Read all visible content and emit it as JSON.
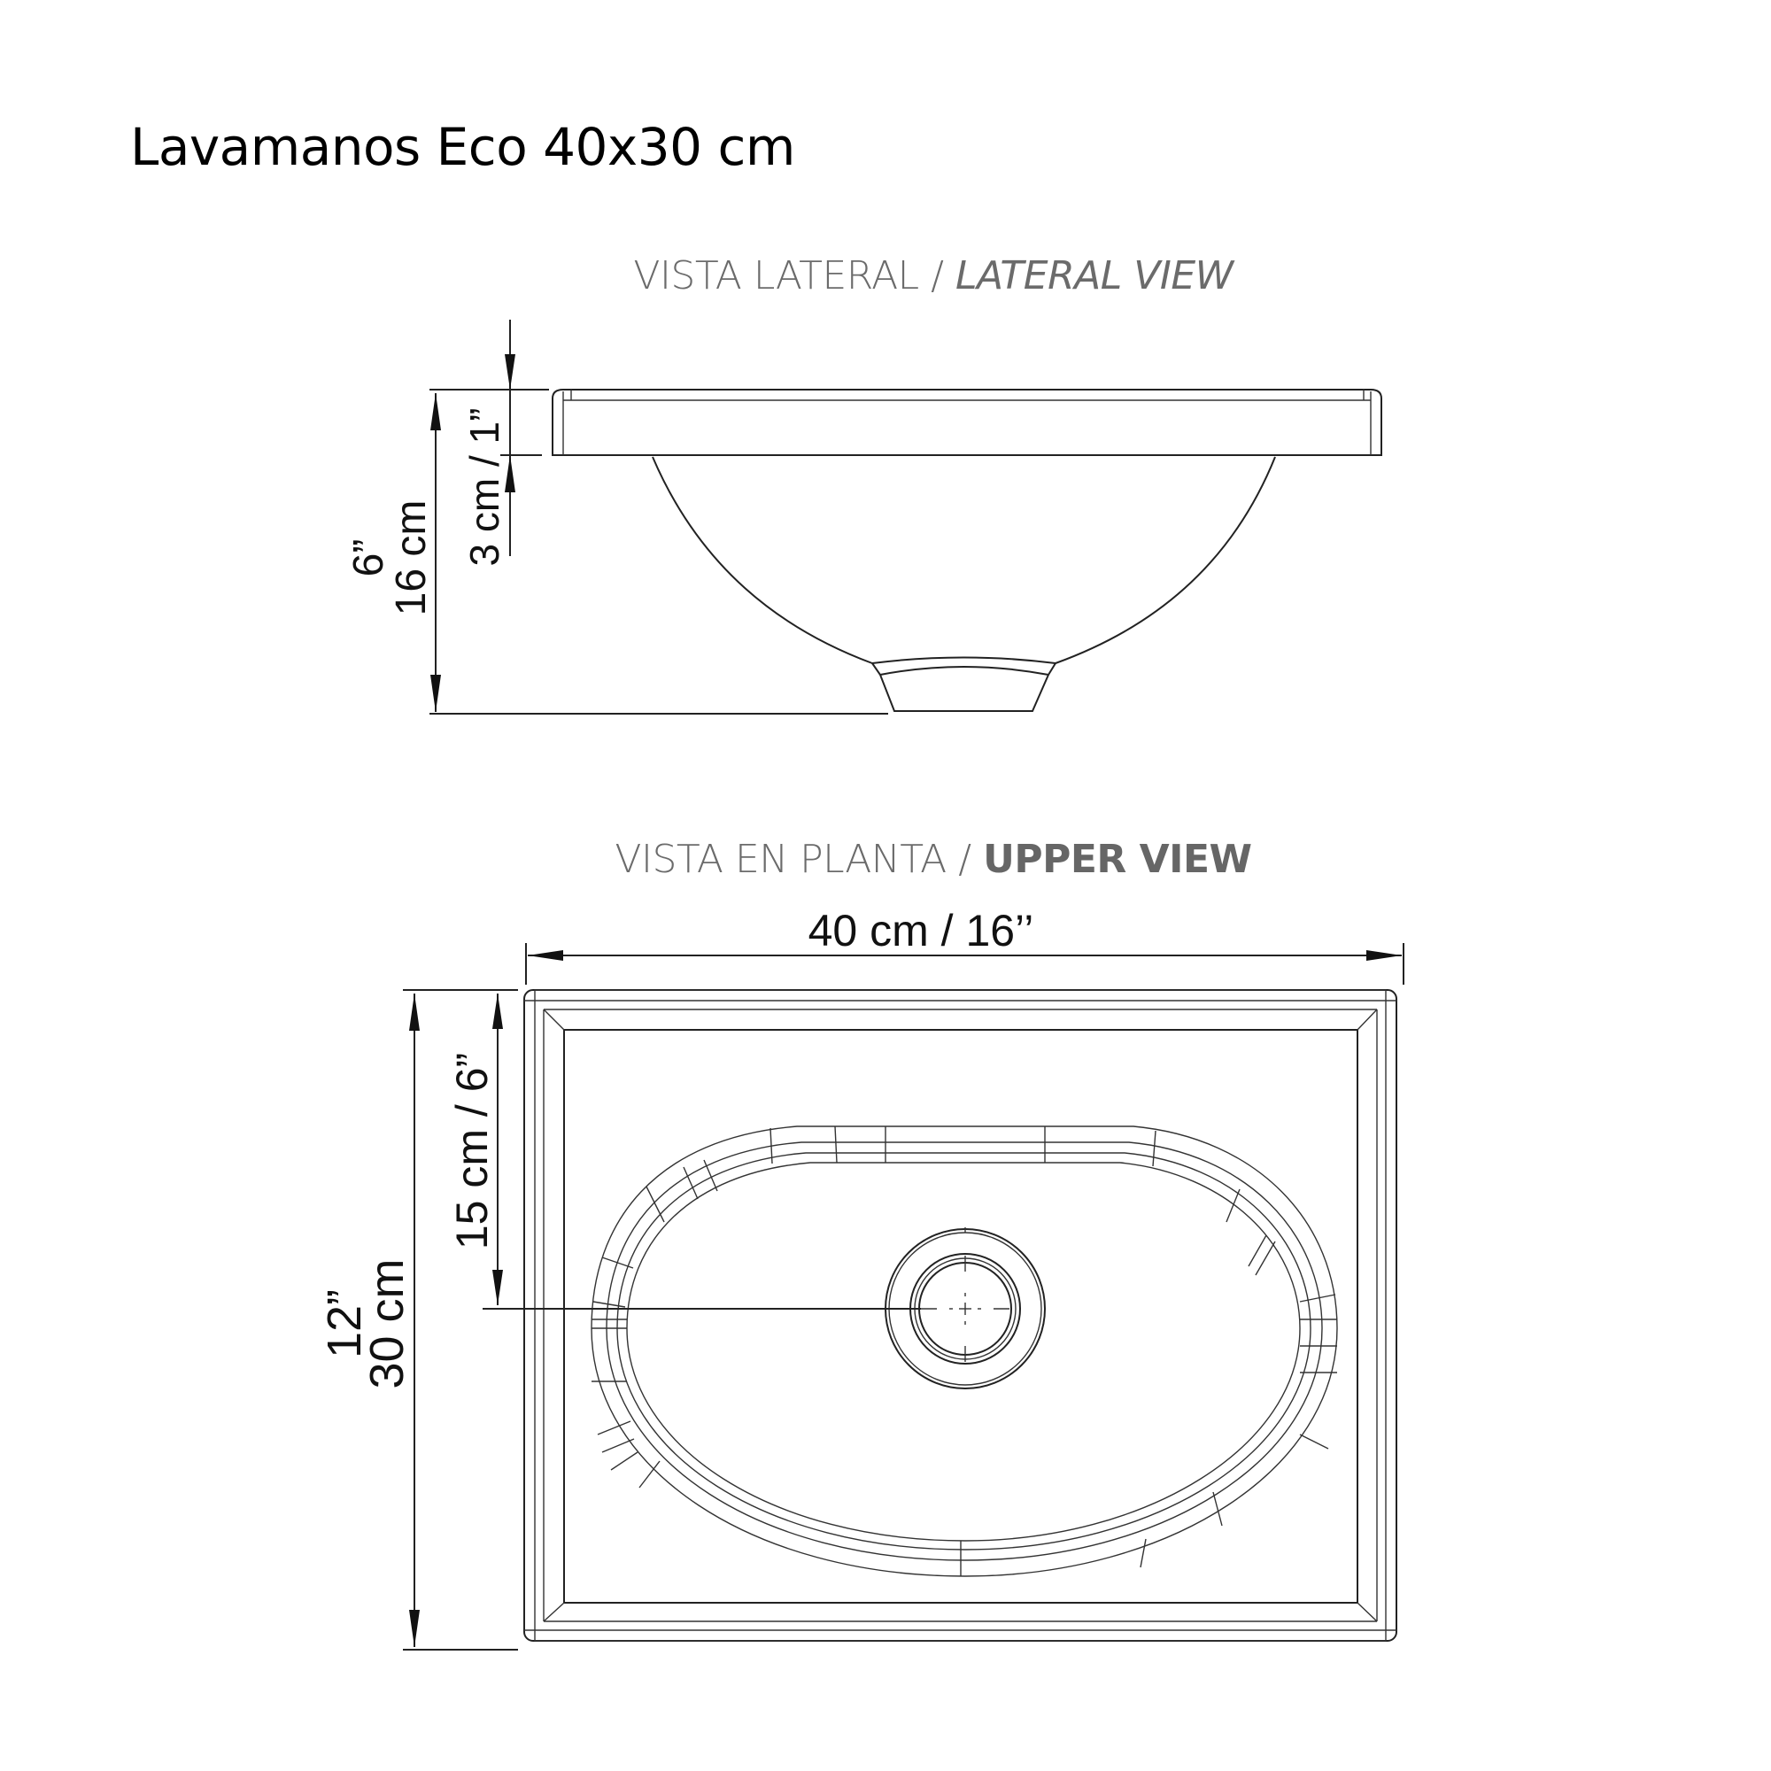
{
  "title": "Lavamanos Eco 40x30 cm",
  "lateral_view": {
    "heading_es": "VISTA LATERAL /",
    "heading_en": "LATERAL VIEW",
    "dimensions": {
      "total_height_cm": "16 cm",
      "total_height_in": "6”",
      "rim_height": "3 cm / 1”"
    }
  },
  "upper_view": {
    "heading_es": "VISTA EN PLANTA /",
    "heading_en": "UPPER VIEW",
    "dimensions": {
      "width": "40 cm / 16’’",
      "depth_cm": "30 cm",
      "depth_in": "12”",
      "drain_offset": "15 cm / 6”"
    }
  },
  "colors": {
    "line": "#222222",
    "heading": "#6b6b6b",
    "title": "#000000"
  }
}
